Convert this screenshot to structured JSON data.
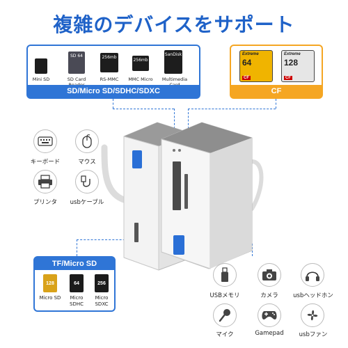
{
  "title": "複雑のデバイスをサポート",
  "sd_panel": {
    "banner": "SD/Micro SD/SDHC/SDXC",
    "cards": [
      {
        "label": "",
        "caption": "Mini SD"
      },
      {
        "label": "SD 64",
        "caption": "SD Card Reader"
      },
      {
        "label": "256mb",
        "caption": "RS-MMC"
      },
      {
        "label": "256mb",
        "caption": "MMC Micro"
      },
      {
        "label": "SanDisk",
        "caption": "Multimedia Card"
      }
    ]
  },
  "cf_panel": {
    "banner": "CF",
    "cards": [
      {
        "brand": "Extreme",
        "capacity": "64",
        "tag": "CF",
        "color": "#f0b400"
      },
      {
        "brand": "Extreme",
        "capacity": "128",
        "tag": "CF",
        "color": "#e6e6e6"
      }
    ]
  },
  "left_devices": [
    {
      "icon": "keyboard-icon",
      "label": "キーボード"
    },
    {
      "icon": "mouse-icon",
      "label": "マウス"
    },
    {
      "icon": "printer-icon",
      "label": "プリンタ"
    },
    {
      "icon": "usb-cable-icon",
      "label": "usbケーブル"
    }
  ],
  "tf_panel": {
    "banner": "TF/Micro SD",
    "cards": [
      {
        "label": "128",
        "caption": "Micro SD"
      },
      {
        "label": "64",
        "caption": "Micro SDHC"
      },
      {
        "label": "256",
        "caption": "Micro SDXC"
      }
    ]
  },
  "right_devices": [
    {
      "icon": "usb-drive-icon",
      "label": "USBメモリ"
    },
    {
      "icon": "camera-icon",
      "label": "カメラ"
    },
    {
      "icon": "headphones-icon",
      "label": "usbヘッドホン"
    },
    {
      "icon": "microphone-icon",
      "label": "マイク"
    },
    {
      "icon": "gamepad-icon",
      "label": "Gamepad"
    },
    {
      "icon": "fan-icon",
      "label": "usbファン"
    }
  ],
  "colors": {
    "accent_blue": "#2f75d6",
    "accent_orange": "#f5a623",
    "title_blue": "#1f62c8",
    "usb_blue": "#2a6fd6"
  }
}
